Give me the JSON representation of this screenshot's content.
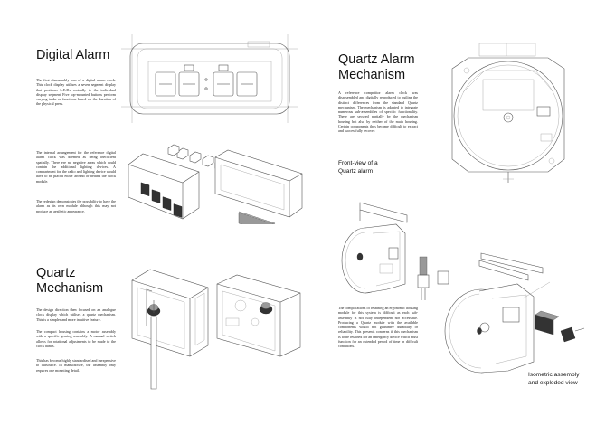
{
  "left": {
    "digital": {
      "title": "Digital Alarm",
      "para1": "The first disassembly was of a digital alarm clock. This clock display utilises a seven segment display that positions L.E.Ds centrally to the individual display segment Five top-mounted buttons perform varying tasks or functions based on the duration of the physical press.",
      "para2": "The internal arrangement for the reference digital alarm clock was deemed as being inefficient spatially. There ere no negative areas which could contain the additional lighting devices. A compartment for the radio and lighting device would have to be placed either around or behind the clock module.",
      "para3": "The redesign demonstrates the possibility to have the alarm as its own module although this may not produce an aesthetic appearance."
    },
    "quartz": {
      "title": "Quartz\nMechanism",
      "para1": "The design direction then focused on an analogue clock display which utilises a quartz mechanism. This is a simpler and more intuitive feature.",
      "para2": "The compact housing contains a motor assembly with a specific gearing assembly. A manual switch allows for rotational adjustments to be made to the clock hands.",
      "para3": "This has become highly standardised and inexpensive to outsource. In manufacture, the assembly only requires one mounting detail."
    }
  },
  "right": {
    "title": "Quartz Alarm\nMechanism",
    "para1": "A reference competitor alarm clock was disassembled and digitally reproduced to outline the distinct differences from the standard Quartz mechanism. The mechanism is adapted to integrate numerous sub-assemblies of specific functionality. These are secured partially by the mechanism housing but also by neither of the main housing. Certain components thus became difficult to extract and successfully recover.",
    "caption_front": "Front-view of a\nQuartz alarm",
    "para2": "The complications of retaining an ergonomic housing module for this system is difficult as each sub-assembly is not fully independent nor accessible. Producing a Quartz module with the available components would not guarantee durability or reliability. This presents concerns if this mechanism is to be retained for an emergency device which must function for an extended period of time in difficult conditions.",
    "caption_iso": "Isometric assembly\nand exploded view"
  },
  "colors": {
    "line": "#555555",
    "dark": "#333333",
    "text": "#111111"
  }
}
